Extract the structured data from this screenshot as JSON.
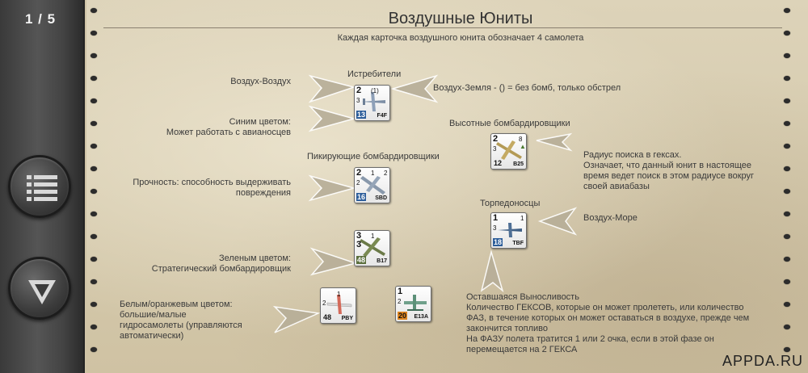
{
  "page_counter": "1 / 5",
  "title": "Воздушные Юниты",
  "subtitle": "Каждая карточка воздушного юнита обозначает 4 самолета",
  "headers": {
    "fighters": "Истребители",
    "high_bombers": "Высотные бомбардировщики",
    "dive_bombers": "Пикирующие бомбардировщики",
    "torpedo": "Торпедоносцы"
  },
  "notes": {
    "air_to_air": "Воздух-Воздух",
    "air_to_ground": "Воздух-Земля - () = без бомб, только обстрел",
    "blue_1": "Синим цветом:",
    "blue_2": "Может работать с авианосцев",
    "durability_1": "Прочность: способность выдерживать",
    "durability_2": "повреждения",
    "search_1": "Радиус поиска в гексах.",
    "search_2": "Означает, что данный юнит в настоящее",
    "search_3": "время ведет поиск в этом радиусе вокруг",
    "search_4": "своей авиабазы",
    "air_to_sea": "Воздух-Море",
    "green_1": "Зеленым цветом:",
    "green_2": "Стратегический бомбардировщик",
    "white_1": "Белым/оранжевым цветом:",
    "white_2": "большие/малые",
    "white_3": "гидросамолеты (управляются",
    "white_4": "автоматически)",
    "endurance_1": "Оставшаяся Выносливость",
    "endurance_2": "Количество ГЕКСОВ, которые он может пролететь, или количество",
    "endurance_3": "ФАЗ, в течение которых он может оставаться в воздухе, прежде чем",
    "endurance_4": "закончится топливо",
    "endurance_5": "На ФАЗУ полета тратится 1 или 2 очка, если в этой фазе он",
    "endurance_6": "перемещается на 2 ГЕКСА"
  },
  "cards": {
    "f4f": {
      "a": "2",
      "b": "(1)",
      "c": "3",
      "mv": "13",
      "code": "F4F"
    },
    "b25": {
      "a": "2",
      "b": "8",
      "b_icon": "▲",
      "c": "3",
      "mv": "12",
      "code": "B25"
    },
    "sbd": {
      "a": "2",
      "b": "1",
      "b2": "2",
      "c": "2",
      "mv": "16",
      "code": "SBD"
    },
    "tbf": {
      "a": "1",
      "b": "1",
      "c": "3",
      "mv": "18",
      "code": "TBF"
    },
    "b17": {
      "a": "3",
      "b": "1",
      "b2": "3",
      "c": "",
      "mv": "48",
      "code": "B17"
    },
    "pby": {
      "a": "",
      "b": "",
      "b2": "1",
      "c": "2",
      "mv": "48",
      "code": "PBY"
    },
    "e13a": {
      "a": "1",
      "b": "",
      "b2": "",
      "c": "2",
      "mv": "20",
      "code": "E13A"
    }
  },
  "icons": {
    "menu": "list-icon",
    "next": "chevron-down-icon"
  },
  "colors": {
    "blue_badge": "#2c5d9a",
    "green_badge": "#5b6f3d",
    "orange_badge": "#e0861f"
  },
  "watermark": "APPDA.RU"
}
